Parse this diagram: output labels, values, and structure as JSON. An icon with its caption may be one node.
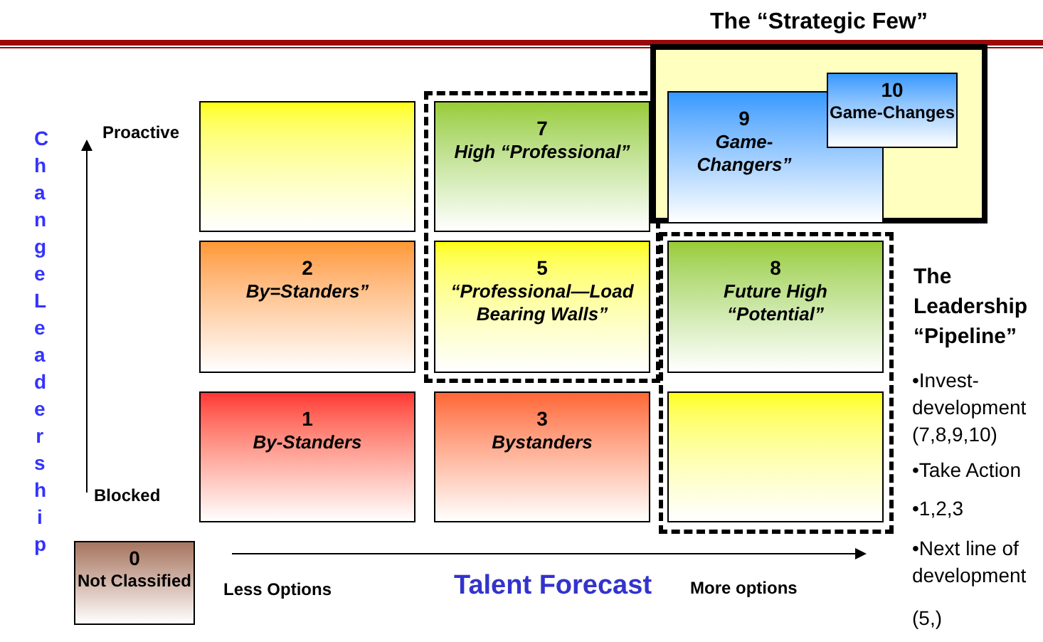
{
  "diagram": {
    "nodes": [
      {
        "text": [
          "The “Strategic Few”"
        ]
      },
      {
        "text": [],
        "shape": "box"
      },
      {
        "text": [
          "7",
          "High “Professional”"
        ]
      },
      {
        "text": [
          "9",
          "Game-Changers”"
        ],
        "in": 0
      },
      {
        "text": [
          "10",
          "Game-Changes"
        ],
        "in": 0
      },
      {
        "text": [
          "2",
          "By=Standers”"
        ]
      },
      {
        "text": [
          "5",
          "“Professional—Load Bearing Walls”"
        ]
      },
      {
        "text": [
          "8",
          "Future High “Potential”"
        ]
      },
      {
        "text": [
          "1",
          "By-Standers"
        ]
      },
      {
        "text": [
          "3",
          "Bystanders"
        ]
      },
      {
        "text": [],
        "shape": "box"
      },
      {
        "text": [
          "0",
          "Not Classified"
        ]
      }
    ],
    "labels": [
      "Change Leadership",
      "Proactive",
      "Blocked",
      "Less Options",
      "Talent Forecast",
      "More options",
      "The Leadership “Pipeline”",
      "•Invest-development (7,8,9,10)",
      "•Take Action",
      "•1,2,3",
      "•Next line of development",
      "(5,)"
    ]
  }
}
